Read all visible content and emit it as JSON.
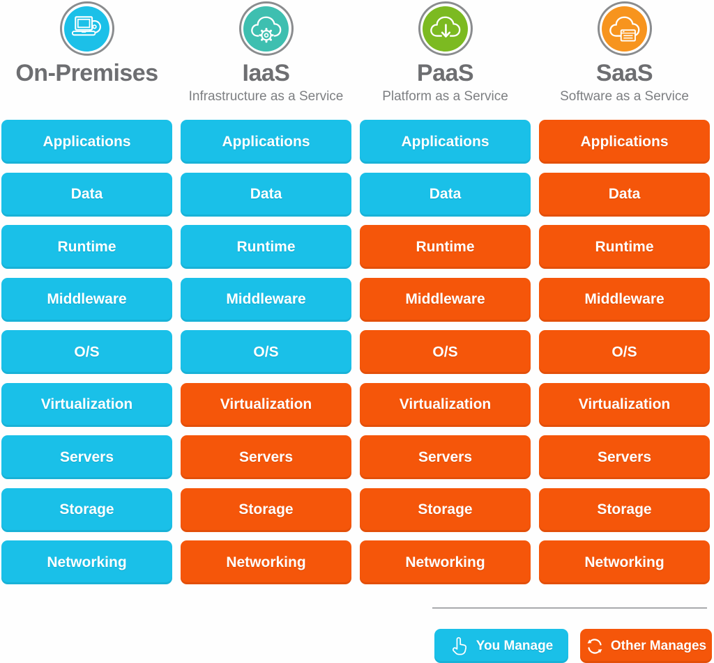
{
  "columns": [
    {
      "title": "On-Premises",
      "subtitle": "",
      "icon": "laptop-icon",
      "icon_color": "#1cc0e8",
      "cells": [
        {
          "label": "Applications",
          "owner": "you"
        },
        {
          "label": "Data",
          "owner": "you"
        },
        {
          "label": "Runtime",
          "owner": "you"
        },
        {
          "label": "Middleware",
          "owner": "you"
        },
        {
          "label": "O/S",
          "owner": "you"
        },
        {
          "label": "Virtualization",
          "owner": "you"
        },
        {
          "label": "Servers",
          "owner": "you"
        },
        {
          "label": "Storage",
          "owner": "you"
        },
        {
          "label": "Networking",
          "owner": "you"
        }
      ]
    },
    {
      "title": "IaaS",
      "subtitle": "Infrastructure as a Service",
      "icon": "cloud-gear-icon",
      "icon_color": "#3ebfb0",
      "cells": [
        {
          "label": "Applications",
          "owner": "you"
        },
        {
          "label": "Data",
          "owner": "you"
        },
        {
          "label": "Runtime",
          "owner": "you"
        },
        {
          "label": "Middleware",
          "owner": "you"
        },
        {
          "label": "O/S",
          "owner": "you"
        },
        {
          "label": "Virtualization",
          "owner": "other"
        },
        {
          "label": "Servers",
          "owner": "other"
        },
        {
          "label": "Storage",
          "owner": "other"
        },
        {
          "label": "Networking",
          "owner": "other"
        }
      ]
    },
    {
      "title": "PaaS",
      "subtitle": "Platform as a Service",
      "icon": "cloud-download-icon",
      "icon_color": "#7cba21",
      "cells": [
        {
          "label": "Applications",
          "owner": "you"
        },
        {
          "label": "Data",
          "owner": "you"
        },
        {
          "label": "Runtime",
          "owner": "other"
        },
        {
          "label": "Middleware",
          "owner": "other"
        },
        {
          "label": "O/S",
          "owner": "other"
        },
        {
          "label": "Virtualization",
          "owner": "other"
        },
        {
          "label": "Servers",
          "owner": "other"
        },
        {
          "label": "Storage",
          "owner": "other"
        },
        {
          "label": "Networking",
          "owner": "other"
        }
      ]
    },
    {
      "title": "SaaS",
      "subtitle": "Software as a Service",
      "icon": "cloud-app-icon",
      "icon_color": "#f7941e",
      "cells": [
        {
          "label": "Applications",
          "owner": "other"
        },
        {
          "label": "Data",
          "owner": "other"
        },
        {
          "label": "Runtime",
          "owner": "other"
        },
        {
          "label": "Middleware",
          "owner": "other"
        },
        {
          "label": "O/S",
          "owner": "other"
        },
        {
          "label": "Virtualization",
          "owner": "other"
        },
        {
          "label": "Servers",
          "owner": "other"
        },
        {
          "label": "Storage",
          "owner": "other"
        },
        {
          "label": "Networking",
          "owner": "other"
        }
      ]
    }
  ],
  "legend": {
    "you_manage_label": "You Manage",
    "other_manages_label": "Other Manages"
  },
  "colors": {
    "you_manage": "#1ac0e8",
    "other_manages": "#f5560a",
    "onprem_icon": "#1cc0e8",
    "iaas_icon": "#3ebfb0",
    "paas_icon": "#7cba21",
    "saas_icon": "#f7941e",
    "icon_ring": "#8a8c8e",
    "title_text": "#6d6e71",
    "subtitle_text": "#7d7f82",
    "divider": "#a8aaac"
  }
}
